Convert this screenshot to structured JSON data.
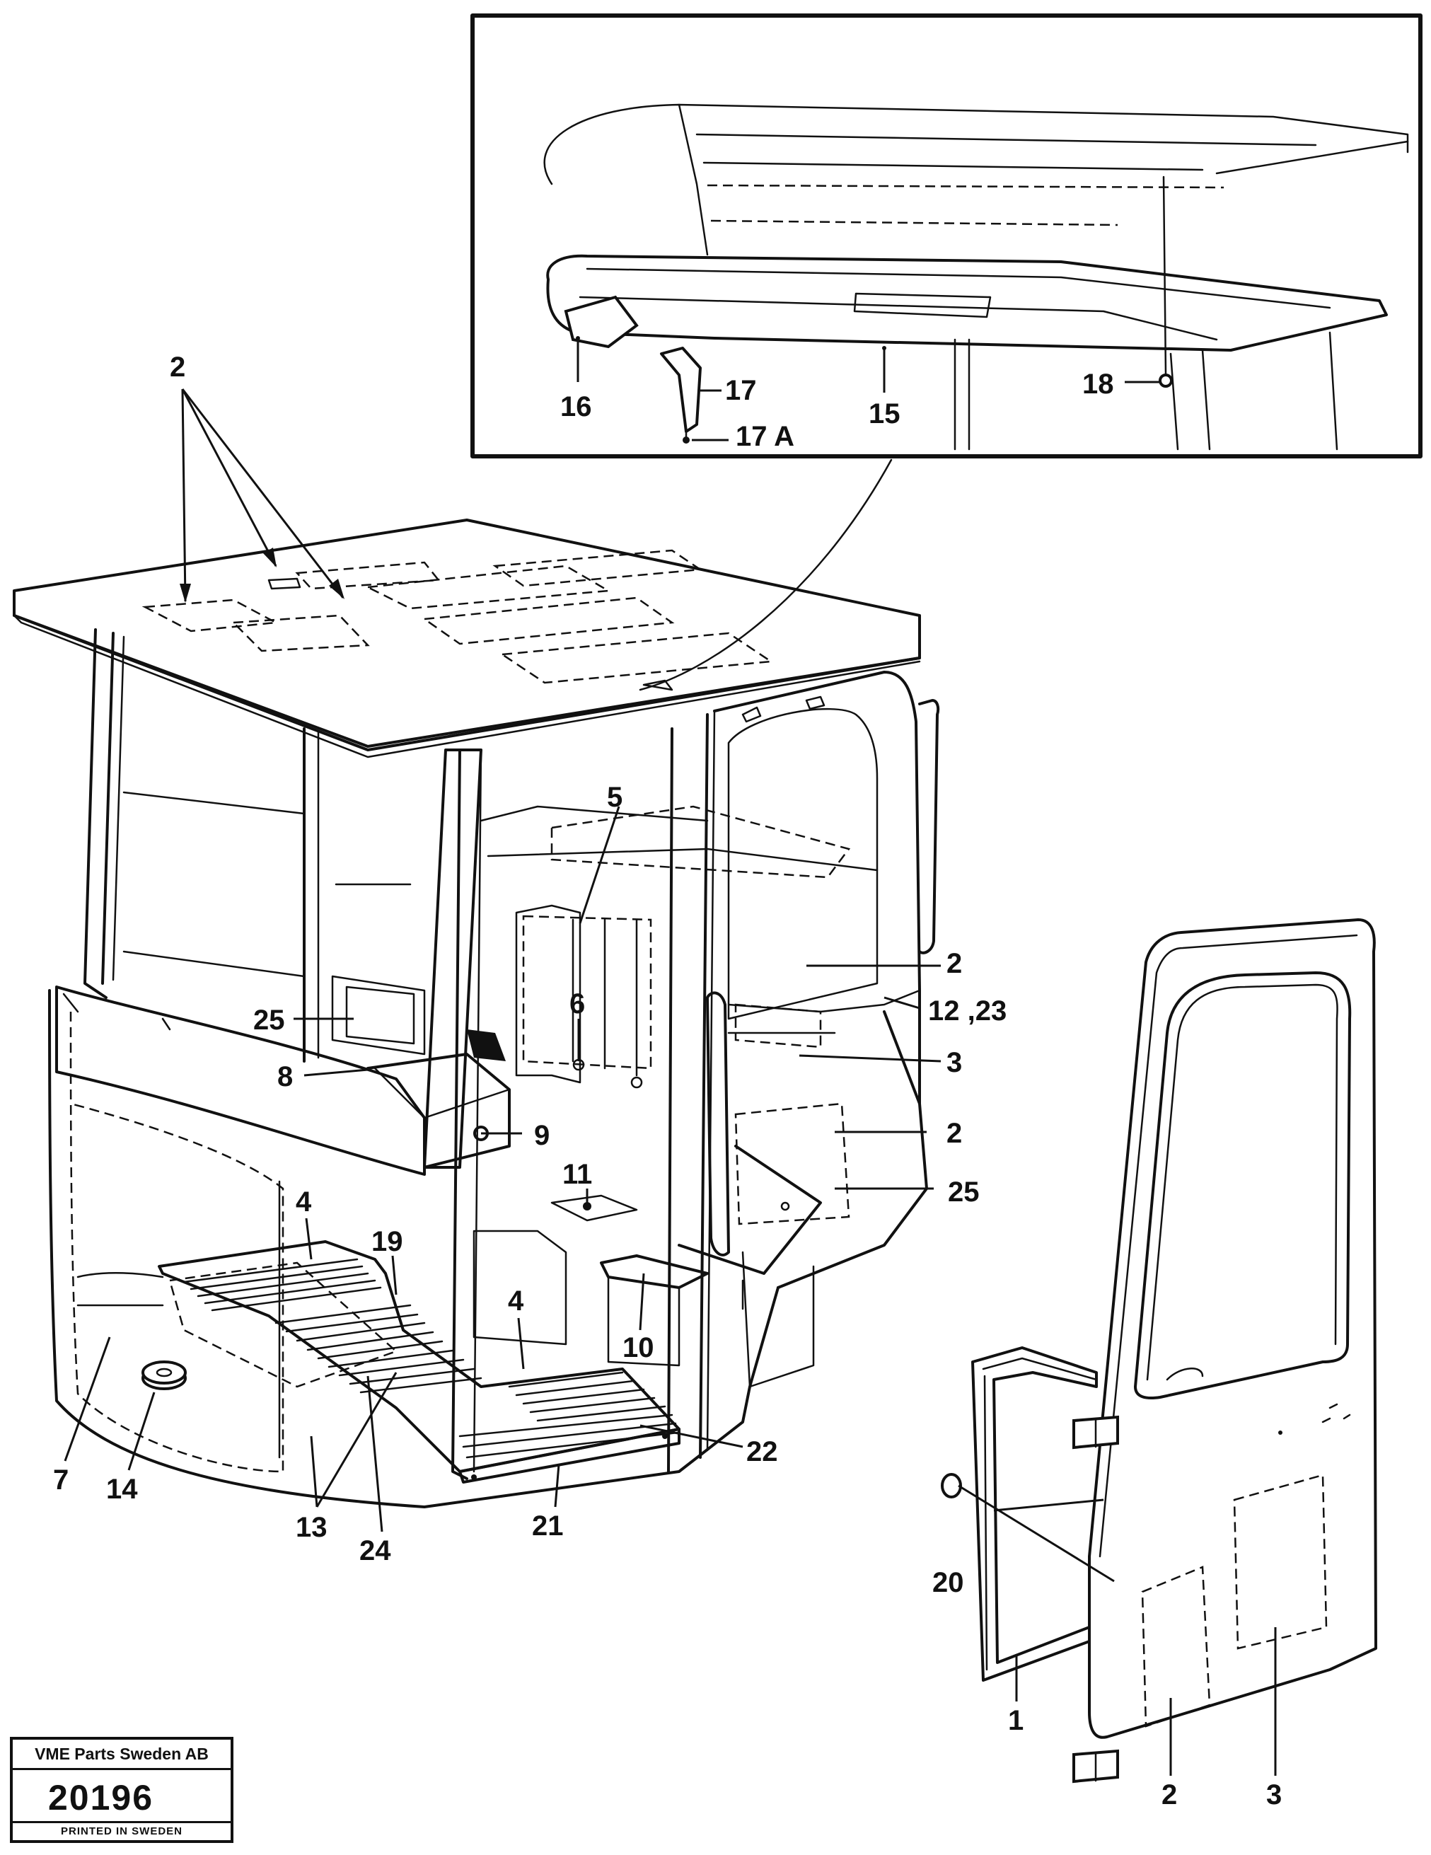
{
  "callouts": {
    "c2_roof": "2",
    "c16": "16",
    "c17": "17",
    "c17a": "17 A",
    "c15": "15",
    "c18": "18",
    "c5": "5",
    "c2_rear": "2",
    "c12_23": "12 ,23",
    "c6": "6",
    "c25_left": "25",
    "c3_side": "3",
    "c8": "8",
    "c9": "9",
    "c2_side": "2",
    "c11": "11",
    "c25_right": "25",
    "c4_left": "4",
    "c19": "19",
    "c4_right": "4",
    "c10": "10",
    "c7": "7",
    "c14": "14",
    "c22": "22",
    "c13": "13",
    "c24": "24",
    "c21": "21",
    "c20": "20",
    "c1": "1",
    "c2_door": "2",
    "c3_door": "3"
  },
  "stamp": {
    "company": "VME Parts Sweden AB",
    "number": "20196",
    "printed": "PRINTED IN SWEDEN"
  }
}
